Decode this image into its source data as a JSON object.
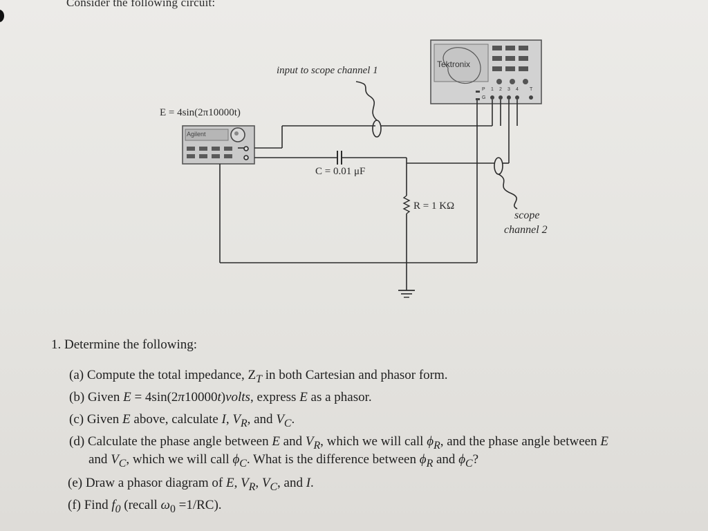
{
  "heading": "Consider the following circuit:",
  "circuit": {
    "source_label": "E = 4sin(2π10000t)",
    "generator_brand": "Agilent",
    "scope_brand": "Tektronix",
    "scope_input_label": "input to scope channel 1",
    "capacitor_label": "C = 0.01 μF",
    "resistor_label": "R = 1 KΩ",
    "scope_ch2_line1": "scope",
    "scope_ch2_line2": "channel 2",
    "scope_terminals": {
      "p": "P",
      "g": "G",
      "ch1": "1",
      "ch2": "2",
      "ch3": "3",
      "ch4": "4",
      "t": "T"
    }
  },
  "questions": {
    "title": "1. Determine the following:",
    "a": "(a) Compute the total impedance, Z",
    "a_sub": "T",
    "a_rest": " in both Cartesian and phasor form.",
    "b_pre": "(b) Given ",
    "b_var": "E",
    "b_mid": " = 4sin(2",
    "b_pi": "π",
    "b_num": "10000",
    "b_t": "t",
    "b_close": ")",
    "b_volts": "volts",
    "b_post": ", express ",
    "b_var2": "E",
    "b_end": " as a phasor.",
    "c_pre": "(c) Given ",
    "c_var": "E",
    "c_post": " above, calculate ",
    "c_i": "I",
    "c_sep1": ", ",
    "c_vr": "V",
    "c_vr_sub": "R",
    "c_and": ", and ",
    "c_vc": "V",
    "c_vc_sub": "C",
    "c_end": ".",
    "d_line1_pre": "(d) Calculate the phase angle between ",
    "d_e": "E",
    "d_and": " and ",
    "d_vr": "V",
    "d_vr_sub": "R",
    "d_line1_mid": ", which we will call ",
    "d_phi": "ϕ",
    "d_phi_r_sub": "R",
    "d_line1_end": ", and the phase angle between ",
    "d_e2": "E",
    "d_line2_pre": "and ",
    "d_vc": "V",
    "d_vc_sub": "C",
    "d_line2_mid": ", which we will call ",
    "d_phi2": "ϕ",
    "d_phi_c_sub": "C",
    "d_line2_q": ". What is the difference between ",
    "d_phi3": "ϕ",
    "d_phi3_sub": "R",
    "d_and2": " and ",
    "d_phi4": "ϕ",
    "d_phi4_sub": "C",
    "d_end": "?",
    "e_pre": "(e) Draw a phasor diagram of ",
    "e_e": "E",
    "e_sep1": ", ",
    "e_vr": "V",
    "e_vr_sub": "R",
    "e_sep2": ", ",
    "e_vc": "V",
    "e_vc_sub": "C",
    "e_and": ", and ",
    "e_i": "I",
    "e_end": ".",
    "f_pre": "(f) Find ",
    "f_f": "f",
    "f_f_sub": "0",
    "f_mid": " (recall ",
    "f_w": "ω",
    "f_w_sub": "0",
    "f_end": " =1/RC)."
  }
}
